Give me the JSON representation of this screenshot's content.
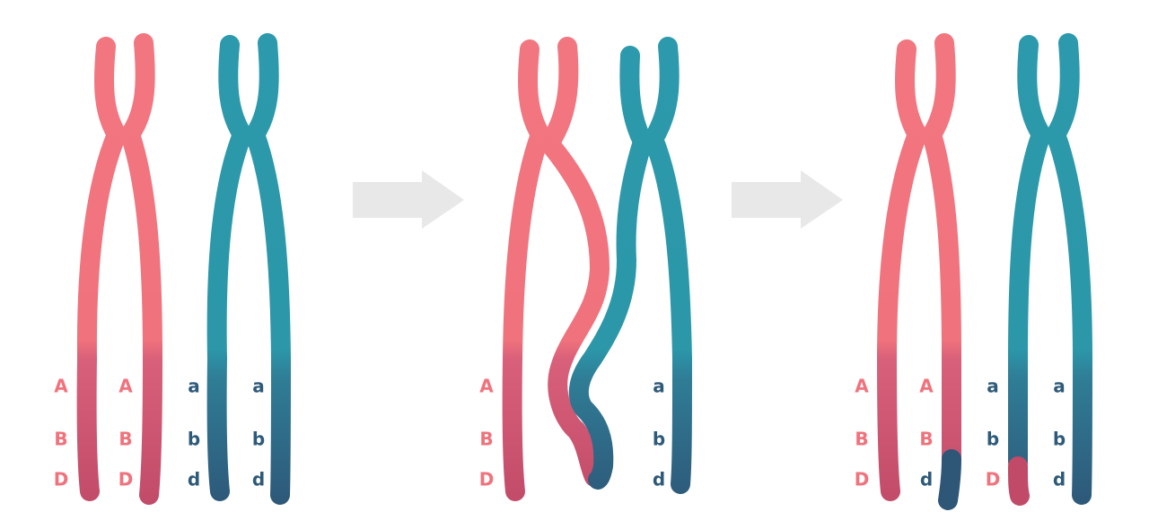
{
  "colors": {
    "pink": "#f0727c",
    "pink_dark": "#c8506a",
    "teal": "#2b97a9",
    "teal_dark": "#2e5a7a",
    "arrow": "#e8e8e8",
    "label_pink": "#f0727c",
    "label_teal": "#2e5a7a"
  },
  "panels": [
    {
      "labels": [
        [
          "A",
          "A",
          "a",
          "a"
        ],
        [
          "B",
          "B",
          "b",
          "b"
        ],
        [
          "D",
          "D",
          "d",
          "d"
        ]
      ],
      "label_colors": [
        [
          "pink",
          "pink",
          "teal",
          "teal"
        ],
        [
          "pink",
          "pink",
          "teal",
          "teal"
        ],
        [
          "pink",
          "pink",
          "teal",
          "teal"
        ]
      ]
    },
    {
      "labels": [
        [
          "A",
          "a"
        ],
        [
          "B",
          "b"
        ],
        [
          "D",
          "d"
        ]
      ],
      "label_colors": [
        [
          "pink",
          "teal"
        ],
        [
          "pink",
          "teal"
        ],
        [
          "pink",
          "teal"
        ]
      ]
    },
    {
      "labels": [
        [
          "A",
          "A",
          "a",
          "a"
        ],
        [
          "B",
          "B",
          "b",
          "b"
        ],
        [
          "D",
          "d",
          "D",
          "d"
        ]
      ],
      "label_colors": [
        [
          "pink",
          "pink",
          "teal",
          "teal"
        ],
        [
          "pink",
          "pink",
          "teal",
          "teal"
        ],
        [
          "pink",
          "teal",
          "pink",
          "teal"
        ]
      ]
    }
  ]
}
